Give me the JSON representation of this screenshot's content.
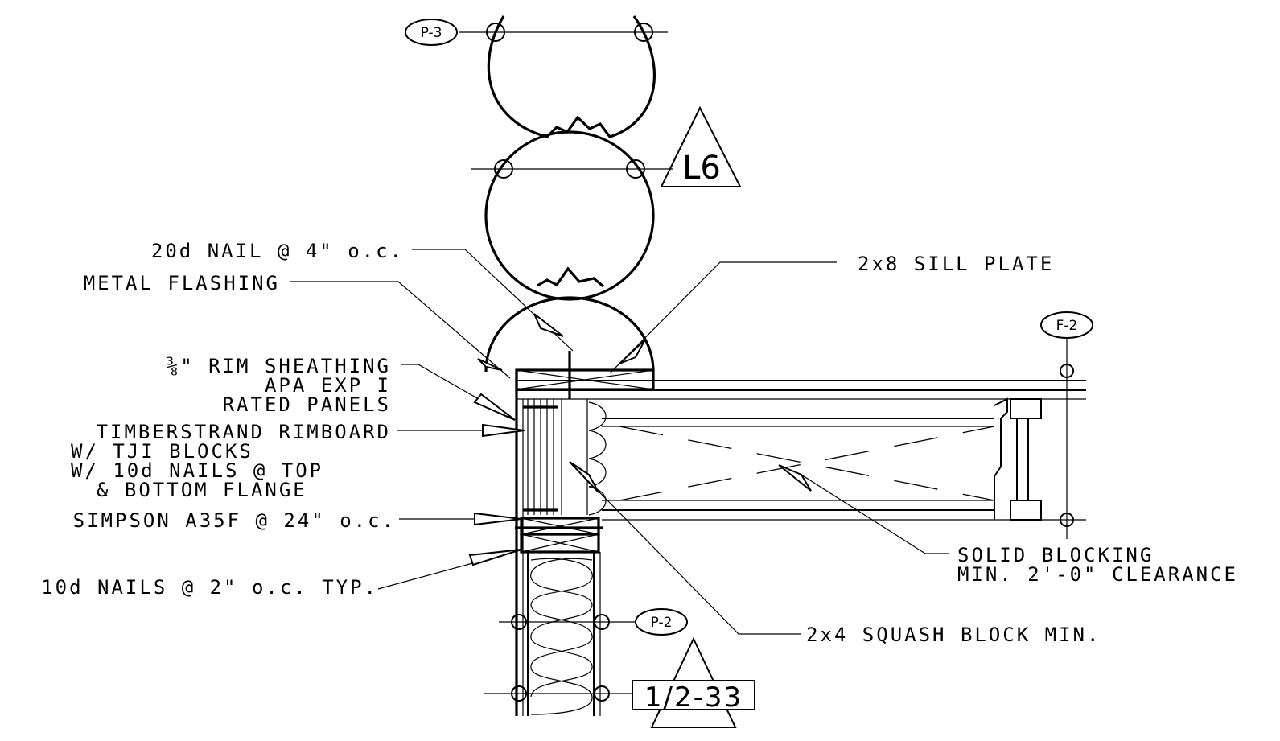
{
  "callouts": {
    "nail_20d": "20d NAIL @ 4\" o.c.",
    "metal_flashing": "METAL FLASHING",
    "rim_sheathing_1": "⅜\" RIM SHEATHING",
    "rim_sheathing_2": "APA EXP I",
    "rim_sheathing_3": "RATED PANELS",
    "timberstrand_1": "TIMBERSTRAND RIMBOARD",
    "timberstrand_2": "W/ TJI BLOCKS",
    "timberstrand_3": "W/ 10d NAILS @ TOP",
    "timberstrand_4": "& BOTTOM FLANGE",
    "simpson": "SIMPSON A35F @ 24\" o.c.",
    "nails_10d": "10d NAILS @ 2\" o.c. TYP.",
    "sill_plate": "2x8 SILL PLATE",
    "solid_blocking_1": "SOLID BLOCKING",
    "solid_blocking_2": "MIN. 2'-0\" CLEARANCE",
    "squash_block": "2x4 SQUASH BLOCK MIN."
  },
  "tags": {
    "p3": "P-3",
    "f2": "F-2",
    "p2": "P-2",
    "elevation": "L6",
    "detail_ref": "1/2-33"
  }
}
